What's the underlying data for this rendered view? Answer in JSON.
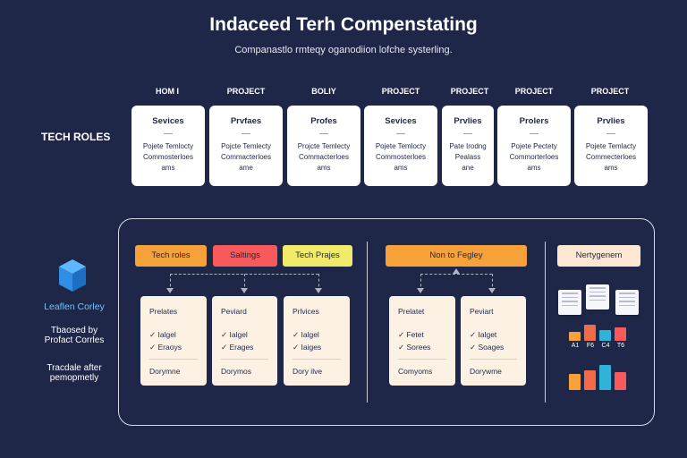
{
  "header": {
    "title": "Indaceed Terh Compenstating",
    "subtitle": "Companastlo rmteqy oganodiion lofche systerling."
  },
  "roles_row_label": "TECH ROLES",
  "columns": [
    {
      "header": "HOM I",
      "title": "Sevices",
      "lines": [
        "Pojete Temlocty",
        "Commosterloes",
        "ams"
      ]
    },
    {
      "header": "PROJECT",
      "title": "Prvfaes",
      "lines": [
        "Pojcte Temlecty",
        "Commacterloes",
        "ame"
      ]
    },
    {
      "header": "BOLIY",
      "title": "Profes",
      "lines": [
        "Projcte Temlecty",
        "Commacterloes",
        "ams"
      ]
    },
    {
      "header": "PROJECT",
      "title": "Sevices",
      "lines": [
        "Pojete Temlocty",
        "Commosterloes",
        "ams"
      ]
    },
    {
      "header": "PROJECT",
      "title": "Prvlies",
      "lines": [
        "Pate Irodng",
        "Pealass",
        "ane"
      ]
    },
    {
      "header": "PROJECT",
      "title": "Prolers",
      "lines": [
        "Pojete Pectety",
        "Commorterloes",
        "ams"
      ]
    },
    {
      "header": "PROJECT",
      "title": "Prvlies",
      "lines": [
        "Pojete Temlacty",
        "Commecterloes",
        "ams"
      ]
    }
  ],
  "left_notes": {
    "brand": "Leaflen Corley",
    "note1": [
      "Tbaosed by",
      "Profact Corrles"
    ],
    "note2": [
      "Tracdale after",
      "pemopmetly"
    ]
  },
  "pills": {
    "tech_roles": "Tech roles",
    "settings": "Saltings",
    "tech_projes": "Tech Prajes",
    "non_to_fegley": "Non to Fegley",
    "nertygenem": "Nertygenem"
  },
  "service_cards": [
    {
      "title": "Prelates",
      "items": [
        "✓ Ialgel",
        "✓ Eraoys"
      ],
      "footer": "Dorymne"
    },
    {
      "title": "Peviard",
      "items": [
        "✓ Ialgel",
        "✓ Erages"
      ],
      "footer": "Dorymos"
    },
    {
      "title": "Prlvices",
      "items": [
        "✓ Ialgel",
        "✓ Iaiges"
      ],
      "footer": "Dory ilve"
    },
    {
      "title": "Prelatet",
      "items": [
        "✓ Fetet",
        "✓ Sorees"
      ],
      "footer": "Comyoms"
    },
    {
      "title": "Peviart",
      "items": [
        "✓ Ialget",
        "✓ Soages"
      ],
      "footer": "Dorywme"
    }
  ],
  "mini_chart": {
    "labels": [
      "A1",
      "F6",
      "C4",
      "T6"
    ],
    "top_values": [
      10,
      18,
      12,
      15
    ],
    "bottom_values": [
      18,
      22,
      28,
      20
    ],
    "colors": [
      "#f6a13a",
      "#f26a47",
      "#2fb3d8",
      "#f65a5a"
    ]
  },
  "colors": {
    "background": "#1f2748",
    "pill_orange": "#f6a13a",
    "pill_red": "#f65a5a",
    "pill_yellow": "#f2ea6a",
    "pill_cream": "#fde6d2",
    "card_cream": "#fdf1e4",
    "cube_blue": "#2f8ee6"
  }
}
